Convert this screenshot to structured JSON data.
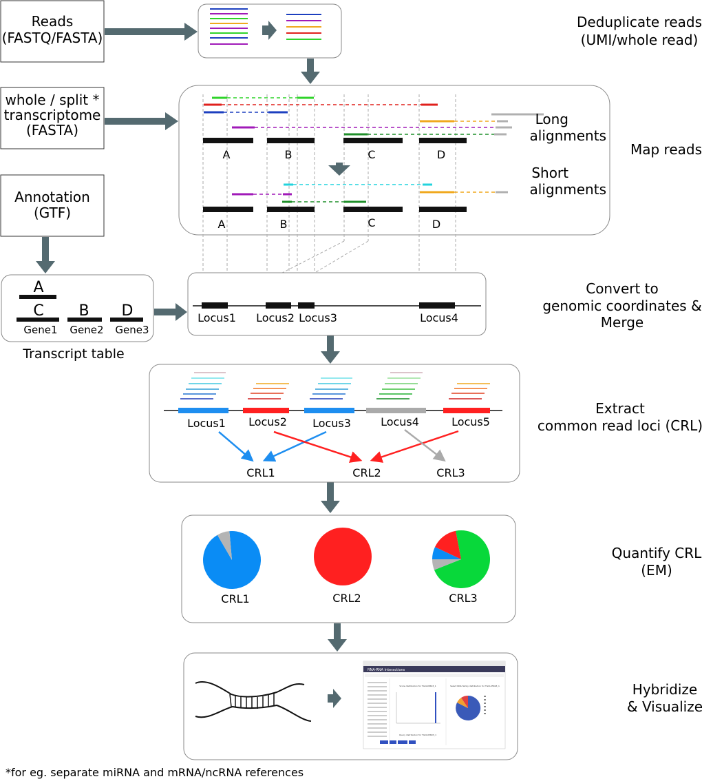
{
  "colors": {
    "arrow": "#546a70",
    "box_stroke": "#888888",
    "feature": "#111111",
    "green": "#2fd32a",
    "dark_green": "#1f8f2a",
    "red": "#e0201c",
    "blue": "#1c3fbf",
    "purple": "#a01ab8",
    "orange": "#f0a81e",
    "gray": "#b0b0b0",
    "cyan": "#22d3dd",
    "locus_blue": "#1e8ef0",
    "locus_red": "#ff2020",
    "locus_gray": "#aaaaaa",
    "pie_blue": "#0a8cf5",
    "pie_red": "#ff2020",
    "pie_green": "#08d83a",
    "pie_gray": "#b4b4b4"
  },
  "inputs": {
    "reads": [
      "Reads",
      "(FASTQ/FASTA)"
    ],
    "transcriptome": [
      "whole / split *",
      "transcriptome",
      "(FASTA)"
    ],
    "annotation": [
      "Annotation",
      "(GTF)"
    ]
  },
  "steps": {
    "dedup": [
      "Deduplicate reads",
      "(UMI/whole read)"
    ],
    "map": "Map reads",
    "convert": [
      "Convert to",
      "genomic coordinates &",
      "Merge"
    ],
    "extract": [
      "Extract",
      "common read loci (CRL)"
    ],
    "quantify": [
      "Quantify CRL",
      "(EM)"
    ],
    "hybridize": [
      "Hybridize",
      "& Visualize"
    ]
  },
  "mapping": {
    "long_label": [
      "Long",
      "alignments"
    ],
    "short_label": [
      "Short",
      "alignments"
    ],
    "transcripts": [
      "A",
      "B",
      "C",
      "D"
    ]
  },
  "transcript_table": {
    "caption": "Transcript table",
    "transcripts": [
      "A",
      "C",
      "B",
      "D"
    ],
    "genes": [
      "Gene1",
      "Gene2",
      "Gene3"
    ]
  },
  "genomic": {
    "loci": [
      "Locus1",
      "Locus2",
      "Locus3",
      "Locus4"
    ]
  },
  "crl_extract": {
    "loci": [
      "Locus1",
      "Locus2",
      "Locus3",
      "Locus4",
      "Locus5"
    ],
    "crls": [
      "CRL1",
      "CRL2",
      "CRL3"
    ]
  },
  "quantify": {
    "pies": [
      {
        "label": "CRL1",
        "slices": [
          {
            "color": "pie_blue",
            "fraction": 0.93
          },
          {
            "color": "pie_gray",
            "fraction": 0.07
          }
        ]
      },
      {
        "label": "CRL2",
        "slices": [
          {
            "color": "pie_red",
            "fraction": 1.0
          }
        ]
      },
      {
        "label": "CRL3",
        "slices": [
          {
            "color": "pie_green",
            "fraction": 0.72
          },
          {
            "color": "pie_gray",
            "fraction": 0.06
          },
          {
            "color": "pie_blue",
            "fraction": 0.07
          },
          {
            "color": "pie_red",
            "fraction": 0.15
          }
        ]
      }
    ]
  },
  "screenshot": {
    "title": "RNA-RNA Interactions",
    "left_plot_title": "Score distribution for TGCL05693_1",
    "left_plot_bottom": "Query distribution for TGCL05693_1",
    "right_plot_title": "Select RNA family distribution for TGCL05693_1"
  },
  "footnote": "*for eg. separate miRNA and mRNA/ncRNA references"
}
